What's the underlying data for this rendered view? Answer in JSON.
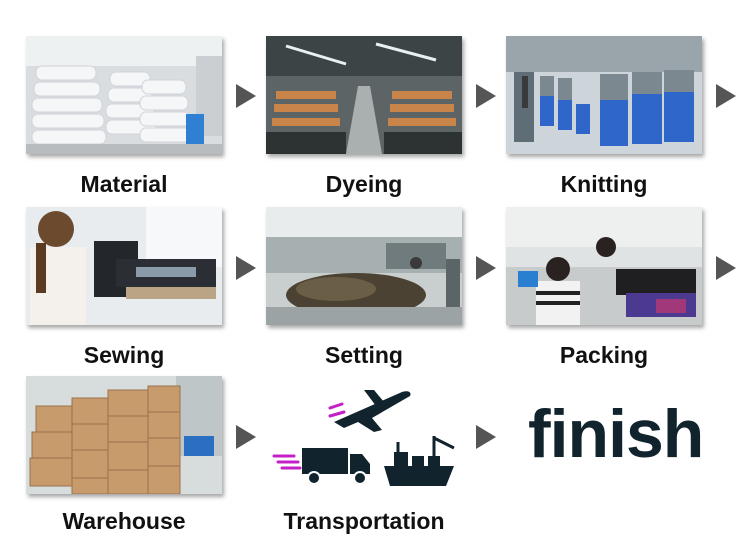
{
  "steps": [
    {
      "label": "Material",
      "icon": "fabric-bales-photo"
    },
    {
      "label": "Dyeing",
      "icon": "dyeing-machines-photo"
    },
    {
      "label": "Knitting",
      "icon": "knitting-machines-photo"
    },
    {
      "label": "Sewing",
      "icon": "sewing-worker-photo"
    },
    {
      "label": "Setting",
      "icon": "setting-machines-photo"
    },
    {
      "label": "Packing",
      "icon": "packing-workers-photo"
    },
    {
      "label": "Warehouse",
      "icon": "warehouse-boxes-photo"
    },
    {
      "label": "Transportation",
      "icon": "transport-icons"
    }
  ],
  "finish": {
    "logo_text": "finish"
  },
  "colors": {
    "arrow": "#555555",
    "logo": "#11232d",
    "speed_lines": "#c51fc8"
  }
}
